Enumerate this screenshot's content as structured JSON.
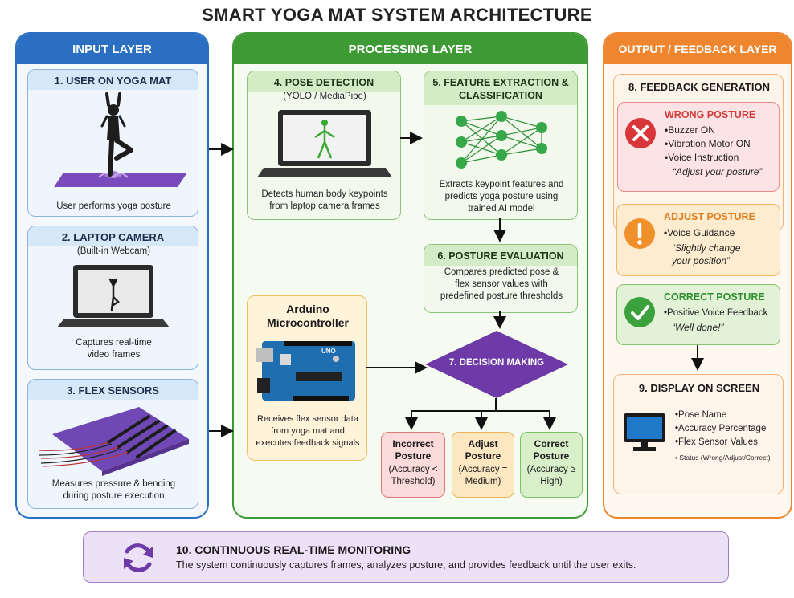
{
  "title": "SMART YOGA MAT SYSTEM ARCHITECTURE",
  "colors": {
    "input": "#2a6fc2",
    "processing": "#3e9a35",
    "output": "#ee8630",
    "decision": "#6e3aa8",
    "monitor": "#e9ddf5"
  },
  "input_layer": {
    "header": "INPUT LAYER",
    "user": {
      "title": "1. USER ON YOGA MAT",
      "caption": "User performs yoga posture"
    },
    "camera": {
      "title": "2. LAPTOP CAMERA",
      "subtitle": "(Built-in Webcam)",
      "caption_1": "Captures real-time",
      "caption_2": "video frames"
    },
    "flex": {
      "title": "3. FLEX SENSORS",
      "caption_1": "Measures pressure & bending",
      "caption_2": "during posture execution"
    }
  },
  "processing_layer": {
    "header": "PROCESSING LAYER",
    "pose": {
      "title": "4. POSE DETECTION",
      "subtitle": "(YOLO / MediaPipe)",
      "caption_1": "Detects human body keypoints",
      "caption_2": "from laptop camera frames"
    },
    "feature": {
      "title_1": "5. FEATURE EXTRACTION &",
      "title_2": "CLASSIFICATION",
      "caption_1": "Extracts keypoint features and",
      "caption_2": "predicts yoga posture using",
      "caption_3": "trained AI model"
    },
    "evaluation": {
      "title": "6. POSTURE EVALUATION",
      "caption_1": "Compares predicted pose &",
      "caption_2": "flex sensor values with",
      "caption_3": "predefined posture thresholds"
    },
    "arduino": {
      "title_1": "Arduino",
      "title_2": "Microcontroller",
      "board_label": "UNO",
      "caption_1": "Receives flex sensor data",
      "caption_2": "from yoga mat and",
      "caption_3": "executes feedback signals"
    },
    "decision": {
      "label": "7. DECISION MAKING"
    },
    "results": [
      {
        "title_1": "Incorrect",
        "title_2": "Posture",
        "detail_1": "(Accuracy <",
        "detail_2": "Threshold)"
      },
      {
        "title_1": "Adjust",
        "title_2": "Posture",
        "detail_1": "(Accuracy =",
        "detail_2": "Medium)"
      },
      {
        "title_1": "Correct",
        "title_2": "Posture",
        "detail_1": "(Accuracy ≥",
        "detail_2": "High)"
      }
    ]
  },
  "output_layer": {
    "header": "OUTPUT / FEEDBACK LAYER",
    "feedback_title": "8. FEEDBACK GENERATION",
    "wrong": {
      "title": "WRONG POSTURE",
      "icon": "x-circle-icon",
      "items": [
        "Buzzer ON",
        "Vibration Motor ON",
        "Voice Instruction"
      ],
      "quote": "“Adjust your posture”"
    },
    "adjust": {
      "title": "ADJUST POSTURE",
      "icon": "exclamation-circle-icon",
      "items": [
        "Voice Guidance"
      ],
      "quote_1": "“Slightly change",
      "quote_2": "your position”"
    },
    "correct": {
      "title": "CORRECT POSTURE",
      "icon": "check-circle-icon",
      "items": [
        "Positive Voice Feedback"
      ],
      "quote": "“Well done!”"
    },
    "display": {
      "title": "9. DISPLAY ON SCREEN",
      "items": [
        "Pose Name",
        "Accuracy Percentage",
        "Flex Sensor Values"
      ],
      "status": "Status (Wrong/Adjust/Correct)"
    }
  },
  "monitoring": {
    "title": "10. CONTINUOUS REAL-TIME MONITORING",
    "text": "The system continuously captures frames, analyzes posture, and provides feedback until the user exits."
  }
}
